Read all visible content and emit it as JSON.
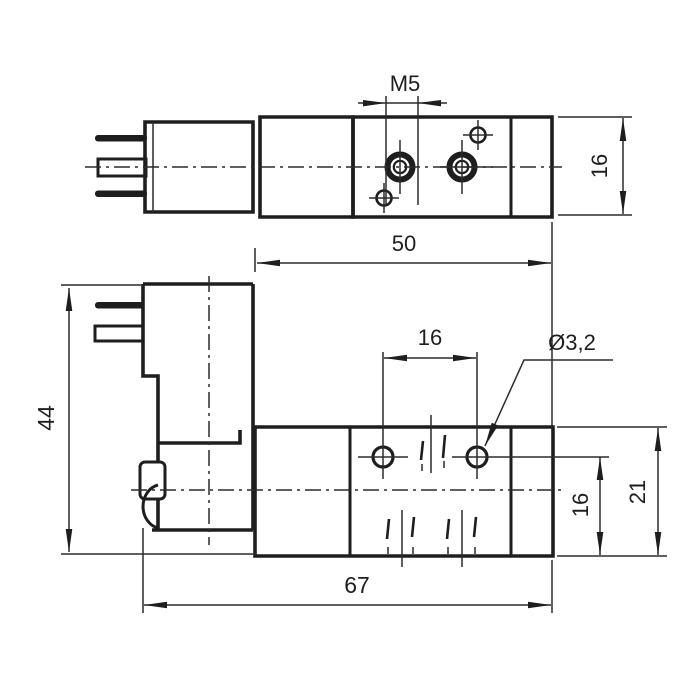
{
  "labels": {
    "thread_size": "M5",
    "body_width": "16",
    "valve_length": "50",
    "overall_height": "44",
    "mounting_hole_spacing": "16",
    "mounting_hole_diameter": "Ø3,2",
    "hole_to_base_height": "16",
    "valve_body_height": "21",
    "overall_length": "67"
  },
  "colors": {
    "line": "#1e1e1e",
    "background": "#ffffff"
  }
}
